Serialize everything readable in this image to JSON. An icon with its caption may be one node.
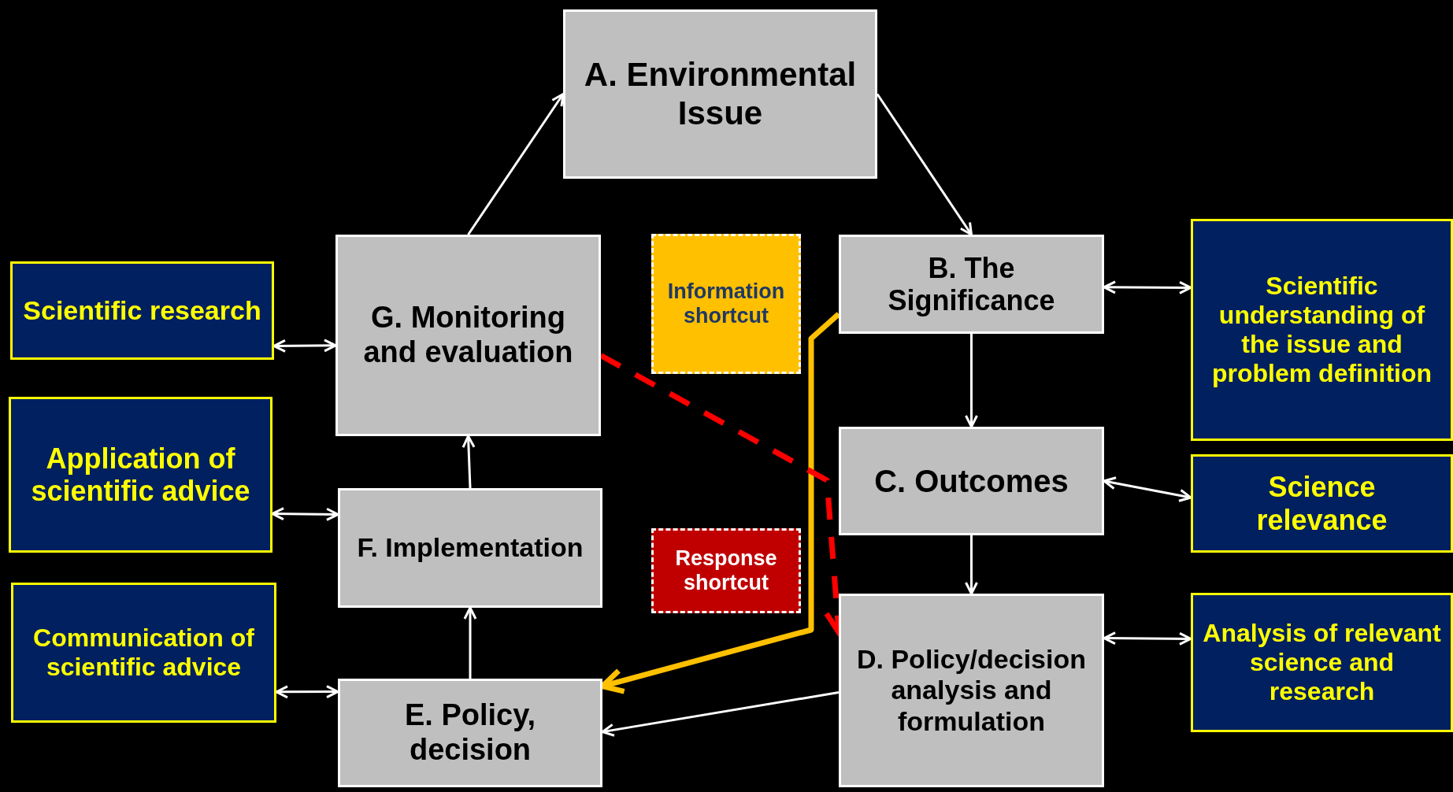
{
  "diagram": {
    "nodes": [
      {
        "text": [
          "A. Environmental Issue"
        ]
      },
      {
        "text": [
          "B. The Significance"
        ]
      },
      {
        "text": [
          "C. Outcomes"
        ]
      },
      {
        "text": [
          "D. Policy/decision analysis and formulation"
        ]
      },
      {
        "text": [
          "E. Policy, decision"
        ]
      },
      {
        "text": [
          "F. Implementation"
        ]
      },
      {
        "text": [
          "G. Monitoring and evaluation"
        ]
      },
      {
        "text": [
          "Information shortcut"
        ]
      },
      {
        "text": [
          "Response shortcut"
        ]
      },
      {
        "text": [
          "Scientific research"
        ]
      },
      {
        "text": [
          "Application of scientific advice"
        ]
      },
      {
        "text": [
          "Communication of scientific advice"
        ]
      },
      {
        "text": [
          "Scientific understanding of the issue and problem definition"
        ]
      },
      {
        "text": [
          "Science relevance"
        ]
      },
      {
        "text": [
          "Analysis of relevant science and research"
        ]
      }
    ],
    "edges": [
      {
        "from": 0,
        "to": 1,
        "arrow": "to"
      },
      {
        "from": 6,
        "to": 0,
        "arrow": "to"
      },
      {
        "from": 1,
        "to": 2,
        "arrow": "to"
      },
      {
        "from": 2,
        "to": 3,
        "arrow": "to"
      },
      {
        "from": 3,
        "to": 4,
        "arrow": "to"
      },
      {
        "from": 4,
        "to": 5,
        "arrow": "to"
      },
      {
        "from": 5,
        "to": 6,
        "arrow": "to"
      },
      {
        "from": 1,
        "to": 12,
        "arrow": "both"
      },
      {
        "from": 2,
        "to": 13,
        "arrow": "both"
      },
      {
        "from": 3,
        "to": 14,
        "arrow": "both"
      },
      {
        "from": 9,
        "to": 6,
        "arrow": "both"
      },
      {
        "from": 10,
        "to": 5,
        "arrow": "both"
      },
      {
        "from": 11,
        "to": 4,
        "arrow": "both"
      },
      {
        "from": 1,
        "to": 4,
        "arrow": "to",
        "style": "thick",
        "color": "#ffc000"
      },
      {
        "from": 6,
        "to": 3,
        "arrow": "to",
        "style": "dashed",
        "color": "#ff0000"
      }
    ]
  }
}
